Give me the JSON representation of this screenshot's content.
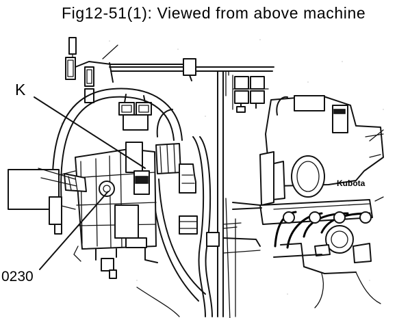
{
  "figure": {
    "caption": "Fig12-51(1): Viewed from above machine",
    "callouts": {
      "k": "K",
      "code": "0230"
    },
    "engine_brand": "Kubota"
  }
}
